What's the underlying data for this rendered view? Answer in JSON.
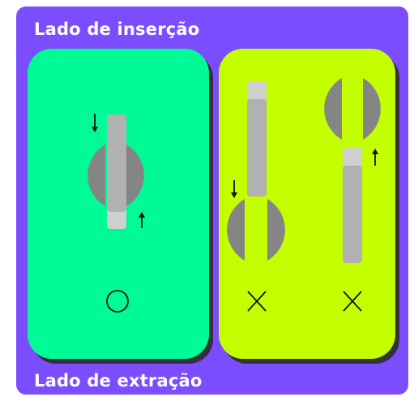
{
  "labels": {
    "insertion_side": "Lado de inserção",
    "extraction_side": "Lado de extração"
  },
  "panels": [
    {
      "id": "correct",
      "verdict": "○",
      "verdict_icon": "circle-ok-icon",
      "color": "#00fa96"
    },
    {
      "id": "incorrect",
      "verdicts": [
        "✕",
        "✕"
      ],
      "verdict_icon": "cross-ng-icon",
      "color": "#c4ff00"
    }
  ],
  "colors": {
    "background": "#7b4dff",
    "ok_panel": "#00fa96",
    "ng_panel": "#c4ff00",
    "disc": "#858585",
    "stick": "#b1b1b1",
    "stick_tip": "#cfcfcf",
    "arrow": "#111111"
  }
}
